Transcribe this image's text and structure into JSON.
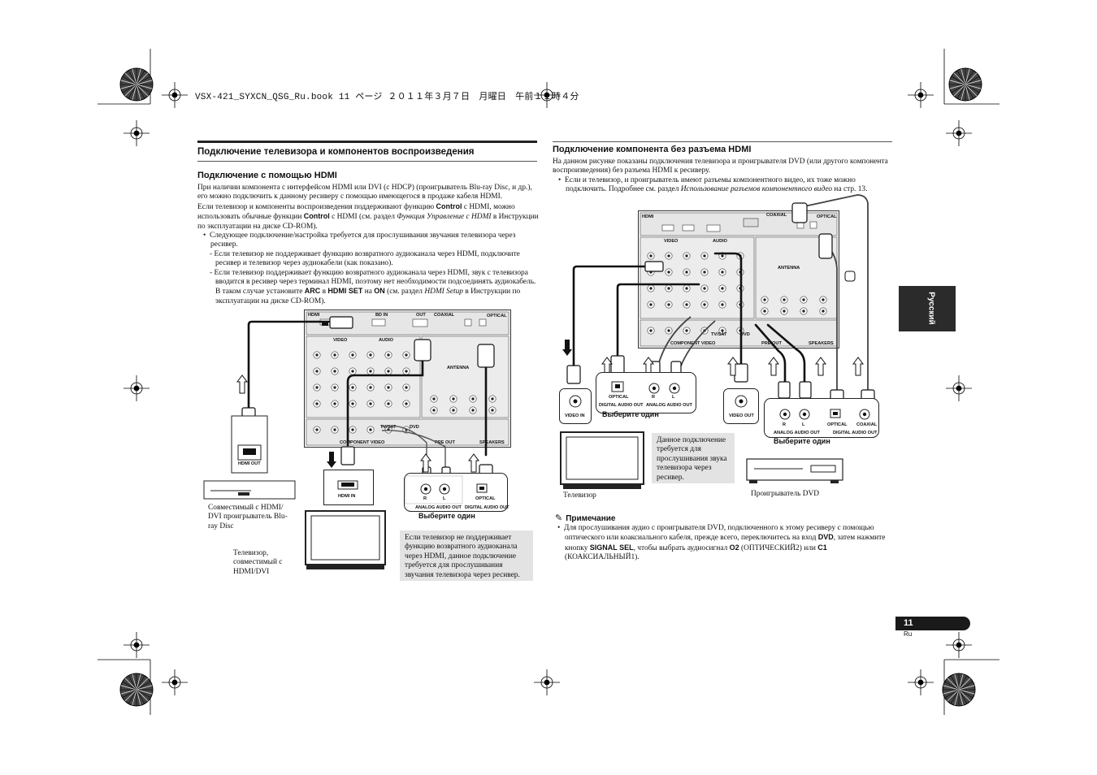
{
  "header": {
    "book_line": "VSX-421_SYXCN_QSG_Ru.book   11 ページ   ２０１１年３月７日　月曜日　午前１１時４分"
  },
  "left": {
    "section_title": "Подключение телевизора и компонентов воспроизведения",
    "subsection_title": "Подключение с помощью HDMI",
    "para1": "При наличии компонента с интерфейсом HDMI или DVI (с HDCP) (проигрыватель Blu-ray Disc, и др.), его можно подключить к данному ресиверу с помощью имеющегося в продаже кабеля HDMI.",
    "para2_a": "Если телевизор и компоненты воспроизведения поддерживают функцию ",
    "para2_control1": "Control",
    "para2_b": " с HDMI, можно использовать обычные функции ",
    "para2_control2": "Control",
    "para2_c": " с HDMI (см. раздел ",
    "para2_italic": "Функция Управление с HDMI",
    "para2_d": " в Инструкции по эксплуатации на диске CD-ROM).",
    "bullet1": "Следующее подключение/настройка требуется для прослушивания звучания телевизора через ресивер.",
    "dash1": "Если телевизор не поддерживает функцию возвратного аудиоканала через HDMI, подключите ресивер и телевизор через аудиокабели (как показано).",
    "dash2_a": "Если телевизор поддерживает функцию возвратного аудиоканала через HDMI, звук с телевизора вводится в ресивер через терминал HDMI, поэтому нет необходимости подсоединять аудиокабель. В таком случае установите ",
    "dash2_arc": "ARC",
    "dash2_b": " в ",
    "dash2_hdmiset": "HDMI SET",
    "dash2_c": " на ",
    "dash2_on": "ON",
    "dash2_d": " (см. раздел ",
    "dash2_italic": "HDMI Setup",
    "dash2_e": " в Инструкции по эксплуатации на диске CD-ROM).",
    "diagram": {
      "hdmi_out": "HDMI OUT",
      "hdmi_in": "HDMI IN",
      "analog_audio_out": "ANALOG AUDIO OUT",
      "digital_audio_out": "DIGITAL AUDIO OUT",
      "optical": "OPTICAL",
      "r": "R",
      "l": "L",
      "choose_one": "Выберите один",
      "player_caption": "Совместимый с HDMI/ DVI проигрыватель Blu-ray Disc",
      "tv_caption": "Телевизор, совместимый с HDMI/DVI",
      "note_box": "Если телевизор не поддерживает функцию возвратного аудиоканала через HDMI, данное подключение требуется для прослушивания звучания телевизора через ресивер.",
      "panel_hdmi": "HDMI",
      "panel_out": "OUT",
      "panel_bd_in": "BD IN",
      "panel_coaxial": "COAXIAL",
      "panel_optical": "OPTICAL",
      "panel_video": "VIDEO",
      "panel_audio": "AUDIO",
      "panel_antenna": "ANTENNA",
      "panel_component_video": "COMPONENT VIDEO",
      "panel_pre_out": "PRE OUT",
      "panel_speakers": "SPEAKERS",
      "panel_tvsat": "TV/SAT",
      "panel_dvd": "DVD"
    }
  },
  "right": {
    "section_title": "Подключение компонента без разъема HDMI",
    "para1": "На данном рисунке показаны подключения телевизора и проигрывателя DVD (или другого компонента воспроизведения) без разъема HDMI к ресиверу.",
    "bullet1_a": "Если и телевизор, и проигрыватель имеют разъемы компонентного видео, их тоже можно подключить. Подробнее см. раздел ",
    "bullet1_italic": "Использование разъемов компонентного видео",
    "bullet1_b": " на стр. 13.",
    "diagram": {
      "video_in": "VIDEO IN",
      "video_out": "VIDEO OUT",
      "optical": "OPTICAL",
      "coaxial": "COAXIAL",
      "digital_audio_out": "DIGITAL AUDIO OUT",
      "analog_audio_out": "ANALOG AUDIO OUT",
      "r": "R",
      "l": "L",
      "choose_one": "Выберите один",
      "choose_one_2": "Выберите один",
      "tv_caption": "Телевизор",
      "dvd_caption": "Проигрыватель DVD",
      "note_box": "Данное подключение требуется для прослушивания звука телевизора через ресивер.",
      "panel_hdmi": "HDMI",
      "panel_coaxial": "COAXIAL",
      "panel_optical": "OPTICAL",
      "panel_video": "VIDEO",
      "panel_audio": "AUDIO",
      "panel_antenna": "ANTENNA",
      "panel_component_video": "COMPONENT VIDEO",
      "panel_pre_out": "PRE OUT",
      "panel_speakers": "SPEAKERS",
      "panel_tvsat": "TV/SAT",
      "panel_dvd": "DVD"
    },
    "note_heading": "Примечание",
    "note_a": "Для прослушивания аудио с проигрывателя DVD, подключенного к этому ресиверу с помощью оптического или коаксиального кабеля, прежде всего, переключитесь на вход ",
    "note_dvd": "DVD",
    "note_b": ", затем нажмите кнопку ",
    "note_signal": "SIGNAL SEL",
    "note_c": ", чтобы выбрать аудиосигнал ",
    "note_o2": "O2",
    "note_d": " (ОПТИЧЕСКИЙ2) или ",
    "note_c1": "C1",
    "note_e": " (КОАКСИАЛЬНЫЙ1)."
  },
  "side_tab": "Русский",
  "page": {
    "number": "11",
    "lang": "Ru"
  }
}
